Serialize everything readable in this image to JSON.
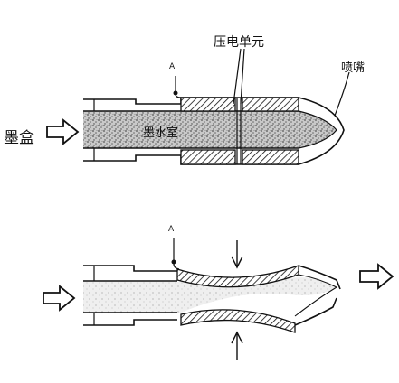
{
  "labels": {
    "piezo_unit": "压电单元",
    "nozzle": "喷嘴",
    "ink_cartridge": "墨盒",
    "ink_chamber": "墨水室",
    "voltage_top": "A",
    "voltage_bottom": "A"
  },
  "colors": {
    "line": "#111111",
    "ink": "#8a8a8a",
    "background": "#ffffff"
  }
}
